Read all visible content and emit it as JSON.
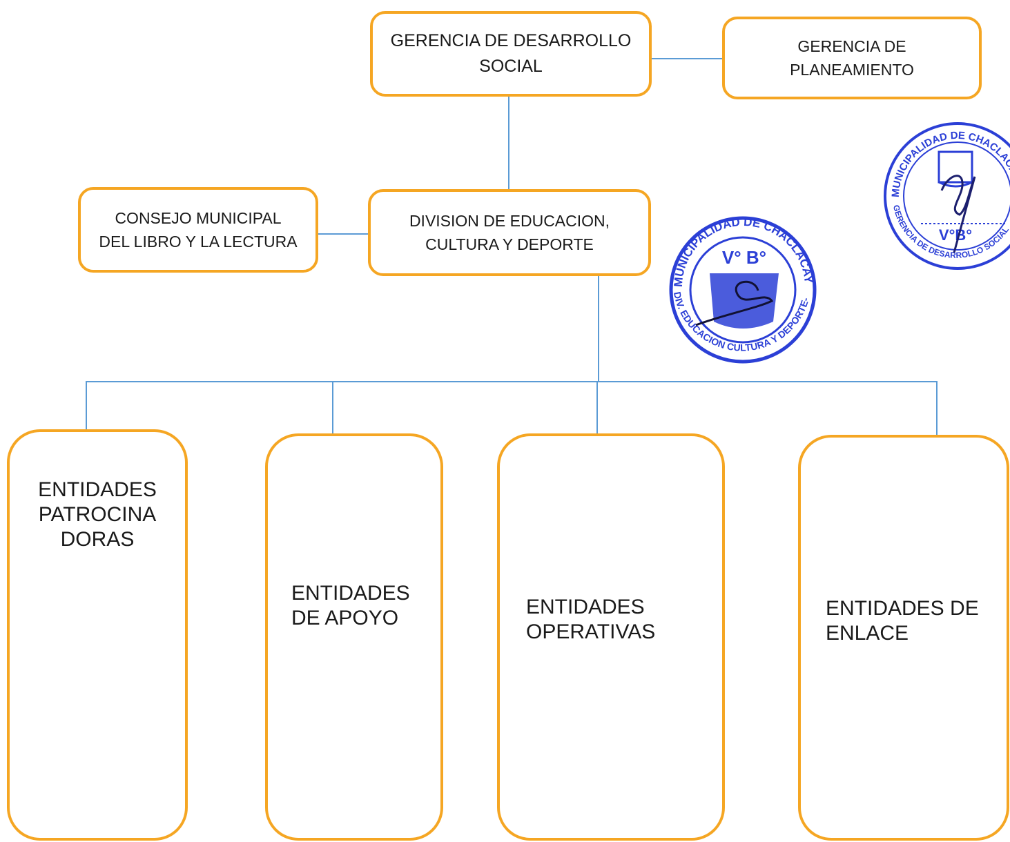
{
  "nodes": {
    "gerencia_desarrollo_social": [
      "GERENCIA DE DESARROLLO",
      "SOCIAL"
    ],
    "gerencia_planeamiento": [
      "GERENCIA DE",
      "PLANEAMIENTO"
    ],
    "consejo_municipal": [
      "CONSEJO MUNICIPAL",
      "DEL LIBRO Y LA LECTURA"
    ],
    "division_educacion": [
      "DIVISION DE EDUCACION,",
      "CULTURA Y DEPORTE"
    ],
    "entidades_patrocinadoras": [
      "ENTIDADES",
      "PATROCINA",
      "DORAS"
    ],
    "entidades_apoyo": [
      "ENTIDADES",
      "DE APOYO"
    ],
    "entidades_operativas": [
      "ENTIDADES",
      "OPERATIVAS"
    ],
    "entidades_enlace": [
      "ENTIDADES DE",
      "ENLACE"
    ]
  },
  "stamps": {
    "gerencia_stamp": {
      "ring_text_top": "MUNICIPALIDAD DE CHACLACAYO",
      "ring_text_bottom": "GERENCIA DE DESARROLLO SOCIAL",
      "center_text": "V°B°"
    },
    "division_stamp": {
      "ring_text_top": "MUNICIPALIDAD DE CHACLACAYO",
      "ring_text_bottom": "DIV. EDUCACION CULTURA Y DEPORTE-OYO",
      "center_text": "V° B°"
    }
  },
  "colors": {
    "box_border": "#f5a623",
    "connector": "#5b9bd5",
    "stamp_ink": "#2b3fd6"
  }
}
